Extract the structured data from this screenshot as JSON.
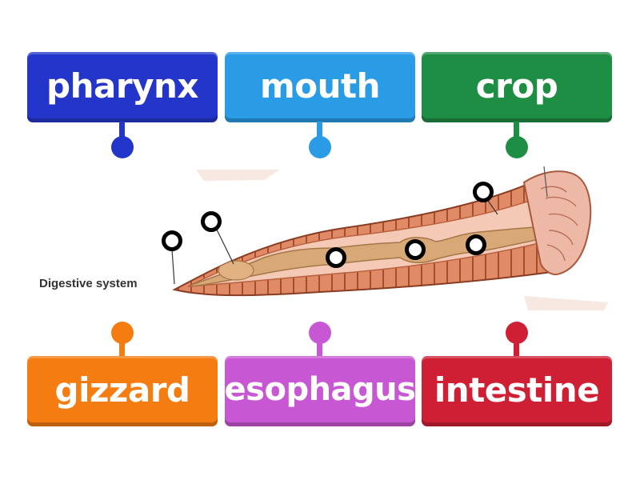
{
  "labels": {
    "pharynx": "pharynx",
    "mouth": "mouth",
    "crop": "crop",
    "gizzard": "gizzard",
    "esophagus": "esophagus",
    "intestine": "intestine"
  },
  "diagram": {
    "caption": "Digestive system"
  },
  "colors": {
    "pharynx": "#2336c9",
    "mouth": "#2a9be5",
    "crop": "#1f8e45",
    "gizzard": "#f57c10",
    "esophagus": "#c857d4",
    "intestine": "#cf1f35"
  }
}
